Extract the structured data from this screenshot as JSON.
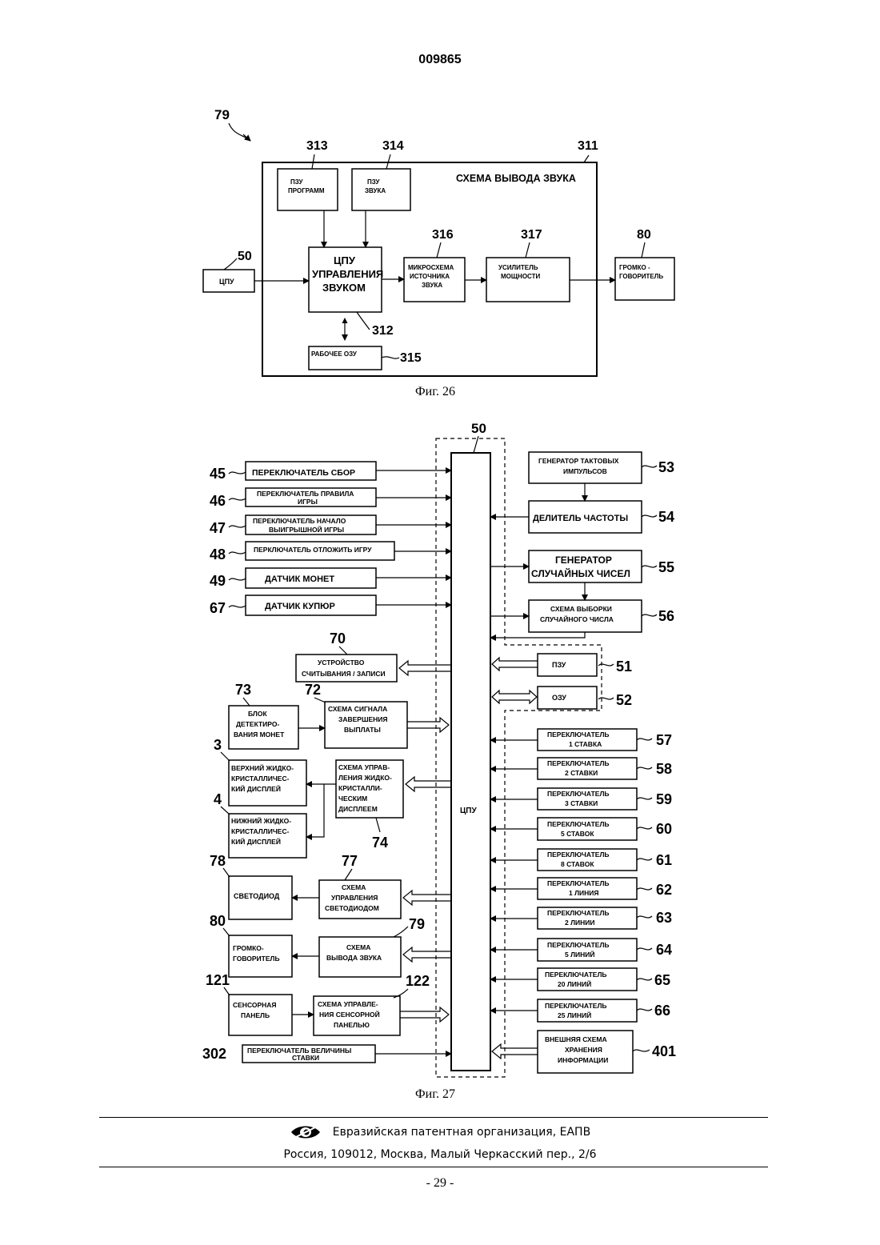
{
  "header": {
    "doc_number": "009865"
  },
  "fig26": {
    "caption": "Фиг. 26",
    "ref_main": "79",
    "block_311": {
      "ref": "311",
      "title": "СХЕМА ВЫВОДА ЗВУКА"
    },
    "block_313": {
      "ref": "313",
      "line1": "ПЗУ",
      "line2": "ПРОГРАММ"
    },
    "block_314": {
      "ref": "314",
      "line1": "ПЗУ",
      "line2": "ЗВУКА"
    },
    "block_50": {
      "ref": "50",
      "label": "ЦПУ"
    },
    "block_312": {
      "ref": "312",
      "line1": "ЦПУ",
      "line2": "УПРАВЛЕНИЯ",
      "line3": "ЗВУКОМ"
    },
    "block_316": {
      "ref": "316",
      "line1": "МИКРОСХЕМА",
      "line2": "ИСТОЧНИКА",
      "line3": "ЗВУКА"
    },
    "block_317": {
      "ref": "317",
      "line1": "УСИЛИТЕЛЬ",
      "line2": "МОЩНОСТИ"
    },
    "block_80": {
      "ref": "80",
      "line1": "ГРОМКО -",
      "line2": "ГОВОРИТЕЛЬ"
    },
    "block_315": {
      "ref": "315",
      "label": "РАБОЧЕЕ ОЗУ"
    }
  },
  "fig27": {
    "caption": "Фиг. 27",
    "cpu": {
      "ref": "50",
      "label": "ЦПУ"
    },
    "left_inputs": [
      {
        "ref": "45",
        "line1": "ПЕРЕКЛЮЧАТЕЛЬ СБОР",
        "line2": ""
      },
      {
        "ref": "46",
        "line1": "ПЕРЕКЛЮЧАТЕЛЬ ПРАВИЛА",
        "line2": "ИГРЫ"
      },
      {
        "ref": "47",
        "line1": "ПЕРЕКЛЮЧАТЕЛЬ НАЧАЛО",
        "line2": "ВЫИГРЫШНОЙ ИГРЫ"
      },
      {
        "ref": "48",
        "line1": "ПЕРКЛЮЧАТЕЛЬ ОТЛОЖИТЬ ИГРУ",
        "line2": ""
      },
      {
        "ref": "49",
        "line1": "ДАТЧИК МОНЕТ",
        "line2": ""
      },
      {
        "ref": "67",
        "line1": "ДАТЧИК КУПЮР",
        "line2": ""
      }
    ],
    "right_top": [
      {
        "ref": "53",
        "line1": "ГЕНЕРАТОР ТАКТОВЫХ",
        "line2": "ИМПУЛЬСОВ"
      },
      {
        "ref": "54",
        "line1": "ДЕЛИТЕЛЬ ЧАСТОТЫ",
        "line2": ""
      },
      {
        "ref": "55",
        "line1": "ГЕНЕРАТОР",
        "line2": "СЛУЧАЙНЫХ ЧИСЕЛ"
      },
      {
        "ref": "56",
        "line1": "СХЕМА ВЫБОРКИ",
        "line2": "СЛУЧАЙНОГО ЧИСЛА"
      }
    ],
    "memory": [
      {
        "ref": "51",
        "label": "ПЗУ"
      },
      {
        "ref": "52",
        "label": "ОЗУ"
      }
    ],
    "rw_device": {
      "ref": "70",
      "line1": "УСТРОЙСТВО",
      "line2": "СЧИТЫВАНИЯ / ЗАПИСИ"
    },
    "coin_detect": {
      "ref": "73",
      "line1": "БЛОК",
      "line2": "ДЕТЕКТИРО-",
      "line3": "ВАНИЯ МОНЕТ"
    },
    "payout_signal": {
      "ref": "72",
      "line1": "СХЕМА СИГНАЛА",
      "line2": "ЗАВЕРШЕНИЯ",
      "line3": "ВЫПЛАТЫ"
    },
    "upper_lcd": {
      "ref": "3",
      "line1": "ВЕРХНИЙ ЖИДКО-",
      "line2": "КРИСТАЛЛИЧЕС-",
      "line3": "КИЙ ДИСПЛЕЙ"
    },
    "lower_lcd": {
      "ref": "4",
      "line1": "НИЖНИЙ ЖИДКО-",
      "line2": "КРИСТАЛЛИЧЕС-",
      "line3": "КИЙ ДИСПЛЕЙ"
    },
    "lcd_control": {
      "ref": "74",
      "line1": "СХЕМА УПРАВ-",
      "line2": "ЛЕНИЯ ЖИДКО-",
      "line3": "КРИСТАЛЛИ-",
      "line4": "ЧЕСКИМ",
      "line5": "ДИСПЛЕЕМ"
    },
    "led": {
      "ref": "78",
      "label": "СВЕТОДИОД"
    },
    "led_control": {
      "ref": "77",
      "line1": "СХЕМА",
      "line2": "УПРАВЛЕНИЯ",
      "line3": "СВЕТОДИОДОМ"
    },
    "speaker": {
      "ref": "80",
      "line1": "ГРОМКО-",
      "line2": "ГОВОРИТЕЛЬ"
    },
    "sound_out": {
      "ref": "79",
      "line1": "СХЕМА",
      "line2": "ВЫВОДА ЗВУКА"
    },
    "touch_panel": {
      "ref": "121",
      "line1": "СЕНСОРНАЯ",
      "line2": "ПАНЕЛЬ"
    },
    "touch_control": {
      "ref": "122",
      "line1": "СХЕМА УПРАВЛЕ-",
      "line2": "НИЯ СЕНСОРНОЙ",
      "line3": "ПАНЕЛЬЮ"
    },
    "bet_switch": {
      "ref": "302",
      "line1": "ПЕРЕКЛЮЧАТЕЛЬ ВЕЛИЧИНЫ",
      "line2": "СТАВКИ"
    },
    "right_switches": [
      {
        "ref": "57",
        "line1": "ПЕРЕКЛЮЧАТЕЛЬ",
        "line2": "1 СТАВКА"
      },
      {
        "ref": "58",
        "line1": "ПЕРЕКЛЮЧАТЕЛЬ",
        "line2": "2 СТАВКИ"
      },
      {
        "ref": "59",
        "line1": "ПЕРЕКЛЮЧАТЕЛЬ",
        "line2": "3 СТАВКИ"
      },
      {
        "ref": "60",
        "line1": "ПЕРЕКЛЮЧАТЕЛЬ",
        "line2": "5 СТАВОК"
      },
      {
        "ref": "61",
        "line1": "ПЕРЕКЛЮЧАТЕЛЬ",
        "line2": "8 СТАВОК"
      },
      {
        "ref": "62",
        "line1": "ПЕРЕКЛЮЧАТЕЛЬ",
        "line2": "1 ЛИНИЯ"
      },
      {
        "ref": "63",
        "line1": "ПЕРЕКЛЮЧАТЕЛЬ",
        "line2": "2 ЛИНИИ"
      },
      {
        "ref": "64",
        "line1": "ПЕРЕКЛЮЧАТЕЛЬ",
        "line2": "5 ЛИНИЙ"
      },
      {
        "ref": "65",
        "line1": "ПЕРЕКЛЮЧАТЕЛЬ",
        "line2": "20 ЛИНИЙ"
      },
      {
        "ref": "66",
        "line1": "ПЕРЕКЛЮЧАТЕЛЬ",
        "line2": "25 ЛИНИЙ"
      }
    ],
    "ext_storage": {
      "ref": "401",
      "line1": "ВНЕШНЯЯ СХЕМА",
      "line2": "ХРАНЕНИЯ",
      "line3": "ИНФОРМАЦИИ"
    }
  },
  "footer": {
    "organization": "Евразийская патентная организация, ЕАПВ",
    "address": "Россия, 109012, Москва, Малый Черкасский пер., 2/6",
    "page_number": "- 29 -"
  }
}
